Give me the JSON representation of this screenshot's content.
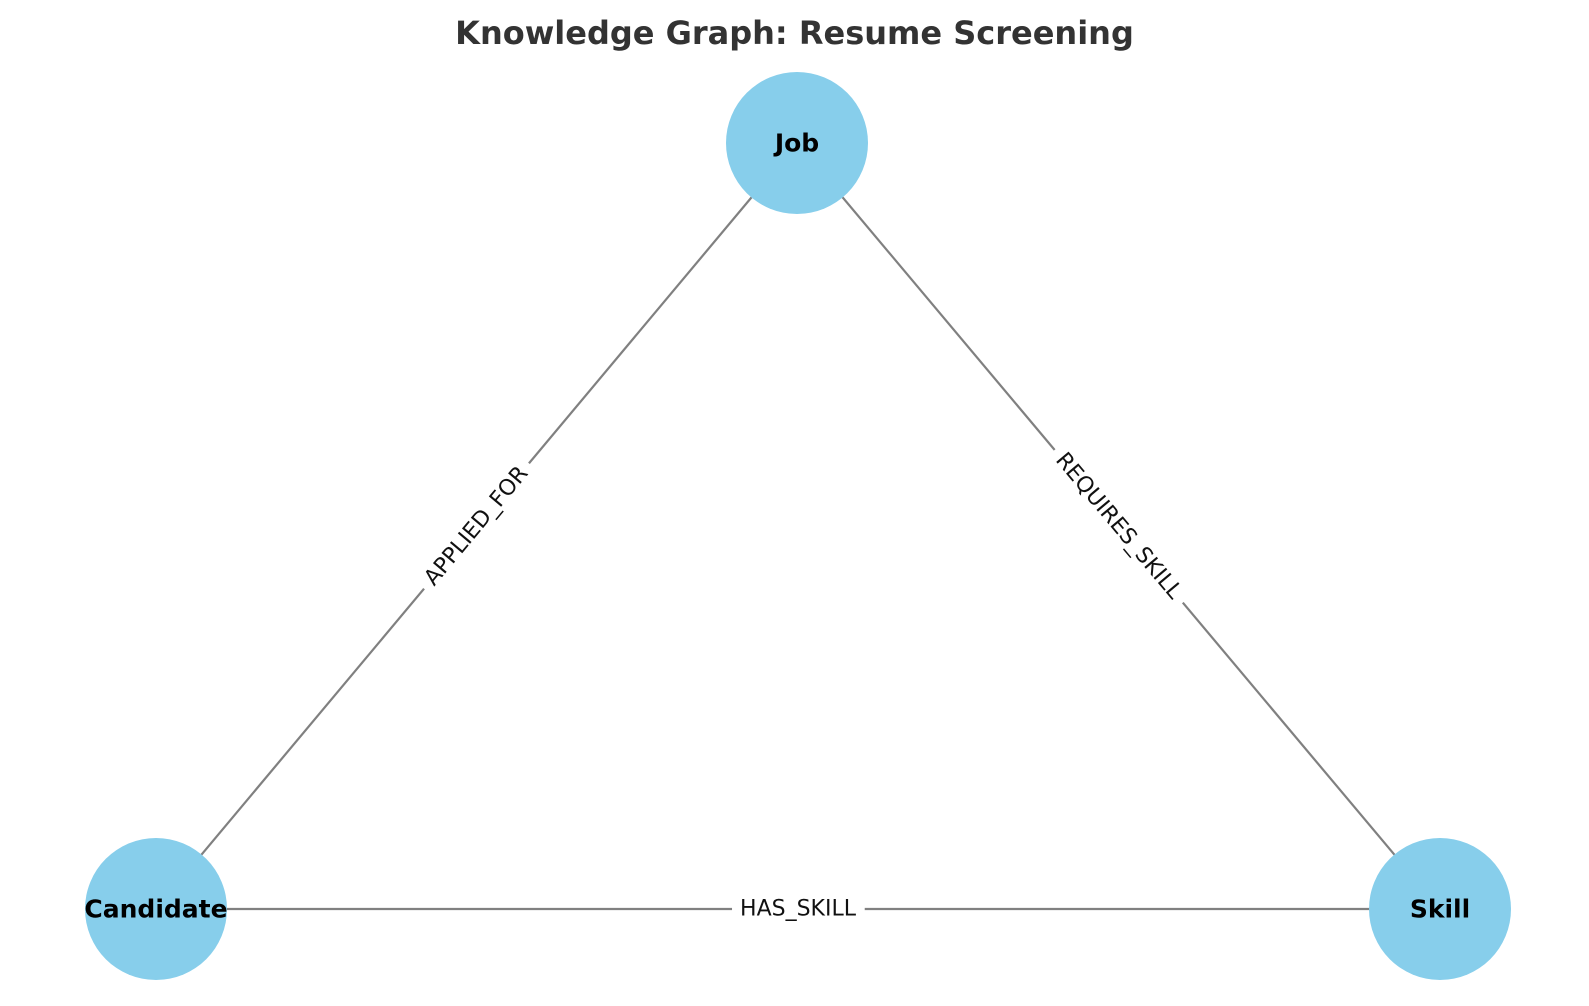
{
  "title": "Knowledge Graph: Resume Screening",
  "colors": {
    "node_fill": "#87CEEB",
    "edge": "#808080",
    "title_text": "#333333"
  },
  "nodes": [
    {
      "id": "job",
      "label": "Job"
    },
    {
      "id": "candidate",
      "label": "Candidate"
    },
    {
      "id": "skill",
      "label": "Skill"
    }
  ],
  "edges": [
    {
      "from": "candidate",
      "to": "job",
      "label": "APPLIED_FOR"
    },
    {
      "from": "job",
      "to": "skill",
      "label": "REQUIRES_SKILL"
    },
    {
      "from": "candidate",
      "to": "skill",
      "label": "HAS_SKILL"
    }
  ]
}
